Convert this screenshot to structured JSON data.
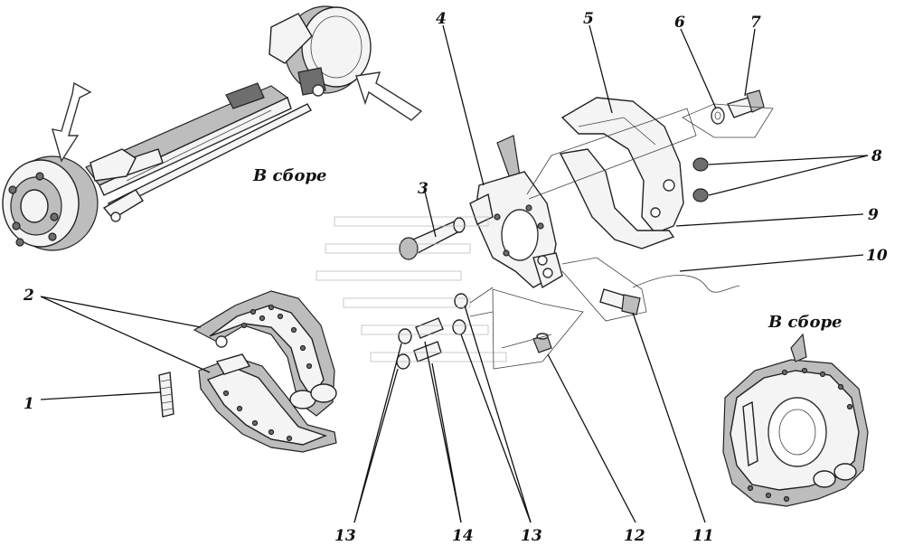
{
  "captions": {
    "assembly_top": "В сборе",
    "assembly_bottom": "В сборе"
  },
  "callouts": {
    "n1": "1",
    "n2": "2",
    "n3": "3",
    "n4": "4",
    "n5": "5",
    "n6": "6",
    "n7": "7",
    "n8": "8",
    "n9": "9",
    "n10": "10",
    "n11": "11",
    "n12": "12",
    "n13a": "13",
    "n14": "14",
    "n13b": "13"
  }
}
